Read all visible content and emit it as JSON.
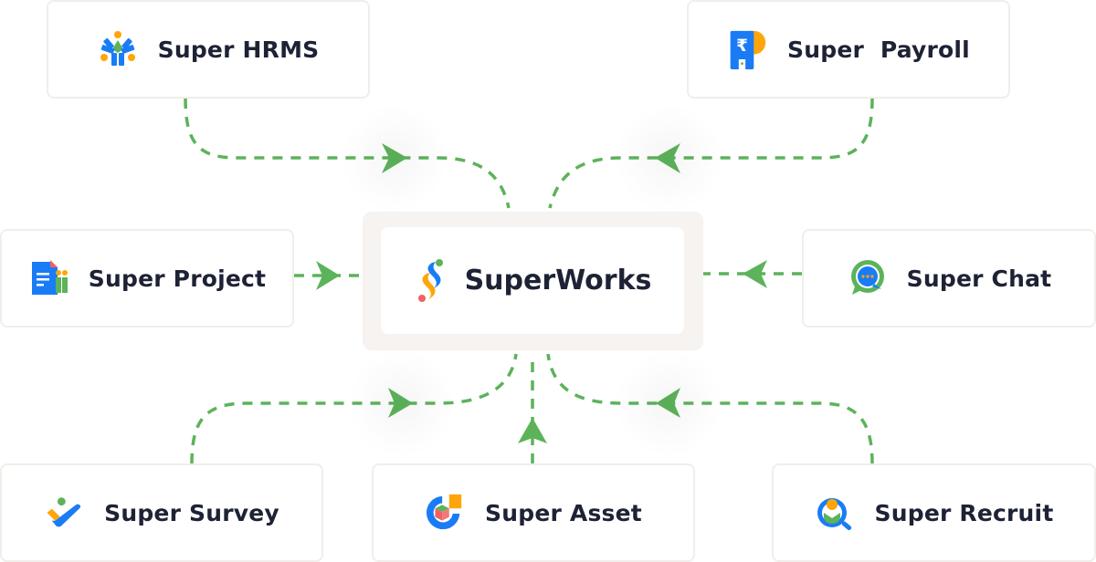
{
  "diagram": {
    "hub": {
      "label": "SuperWorks",
      "icon": "superworks-logo-icon"
    },
    "nodes": [
      {
        "id": "hrms",
        "label": "Super HRMS",
        "icon": "hrms-people-icon",
        "position": "top-left",
        "arrow_direction": "right"
      },
      {
        "id": "payroll",
        "label": "Super  Payroll",
        "icon": "payroll-rupee-icon",
        "position": "top-right",
        "arrow_direction": "left"
      },
      {
        "id": "project",
        "label": "Super Project",
        "icon": "project-document-icon",
        "position": "middle-left",
        "arrow_direction": "right"
      },
      {
        "id": "chat",
        "label": "Super Chat",
        "icon": "chat-bubble-icon",
        "position": "middle-right",
        "arrow_direction": "left"
      },
      {
        "id": "survey",
        "label": "Super Survey",
        "icon": "survey-check-icon",
        "position": "bottom-left",
        "arrow_direction": "right"
      },
      {
        "id": "asset",
        "label": "Super Asset",
        "icon": "asset-box-icon",
        "position": "bottom-center",
        "arrow_direction": "up"
      },
      {
        "id": "recruit",
        "label": "Super Recruit",
        "icon": "recruit-search-icon",
        "position": "bottom-right",
        "arrow_direction": "left"
      }
    ],
    "colors": {
      "connector": "#5cb35a",
      "text": "#1e2235",
      "blue": "#1a7cf5",
      "orange": "#ffa50a",
      "green": "#5cb35a",
      "red": "#f06262",
      "node_border": "#f1eeea",
      "hub_bg": "#f6f3f0"
    }
  }
}
